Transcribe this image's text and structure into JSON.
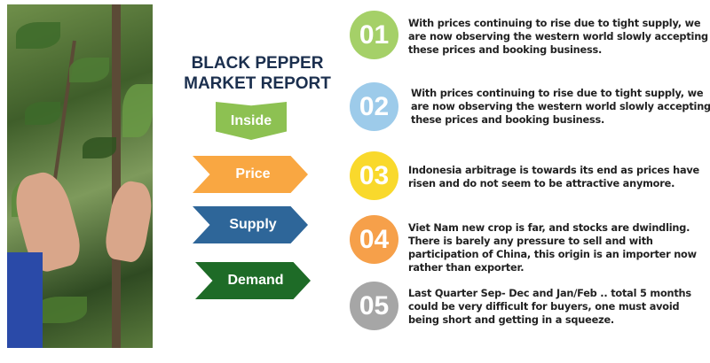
{
  "title_line1": "BLACK PEPPER",
  "title_line2": "MARKET REPORT",
  "inside_label": "Inside",
  "sections": [
    {
      "label": "Price",
      "color": "#f9a742"
    },
    {
      "label": "Supply",
      "color": "#2e6699"
    },
    {
      "label": "Demand",
      "color": "#1e6b27"
    }
  ],
  "points": [
    {
      "number": "01",
      "color": "#a5d068",
      "text": "With prices continuing to rise due to tight supply, we are now observing the western world slowly accepting these prices and booking business."
    },
    {
      "number": "02",
      "color": "#9dcbea",
      "text": "With prices continuing to rise due to tight supply, we are now observing the western world slowly accepting these prices and booking business."
    },
    {
      "number": "03",
      "color": "#f9d92c",
      "text": "Indonesia arbitrage is towards its end as prices have risen and do not seem to be attractive anymore."
    },
    {
      "number": "04",
      "color": "#f6a04a",
      "text": "Viet Nam new crop is far, and stocks are dwindling. There is barely any pressure to sell and with participation of China, this origin is an importer now rather than exporter."
    },
    {
      "number": "05",
      "color": "#a6a6a6",
      "text": "Last Quarter Sep- Dec and Jan/Feb .. total 5 months could be very difficult for buyers, one must avoid being short and getting in a squeeze."
    }
  ]
}
